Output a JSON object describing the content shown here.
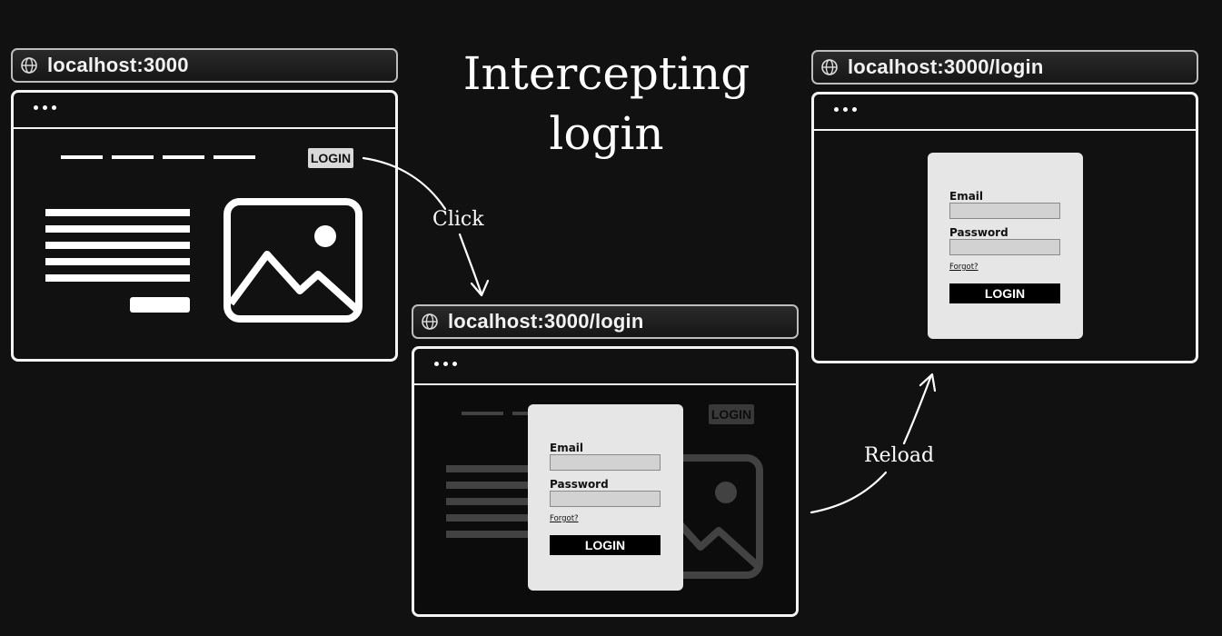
{
  "title": "Intercepting login",
  "title_lines": [
    "Intercepting",
    "login"
  ],
  "annotations": {
    "click": "Click",
    "reload": "Reload"
  },
  "browsers": {
    "home": {
      "url": "localhost:3000",
      "login_badge": "LOGIN"
    },
    "intercepted": {
      "url": "localhost:3000/login",
      "login_badge": "LOGIN",
      "form": {
        "email_label": "Email",
        "password_label": "Password",
        "forgot_link": "Forgot?",
        "submit_label": "LOGIN"
      }
    },
    "reloaded": {
      "url": "localhost:3000/login",
      "form": {
        "email_label": "Email",
        "password_label": "Password",
        "forgot_link": "Forgot?",
        "submit_label": "LOGIN"
      }
    }
  },
  "colors": {
    "background": "#111111",
    "foreground": "#ffffff",
    "card": "#e6e6e6",
    "button": "#000000"
  },
  "icons": [
    "globe-icon",
    "image-placeholder-icon",
    "window-dots-icon",
    "arrow-icon"
  ]
}
